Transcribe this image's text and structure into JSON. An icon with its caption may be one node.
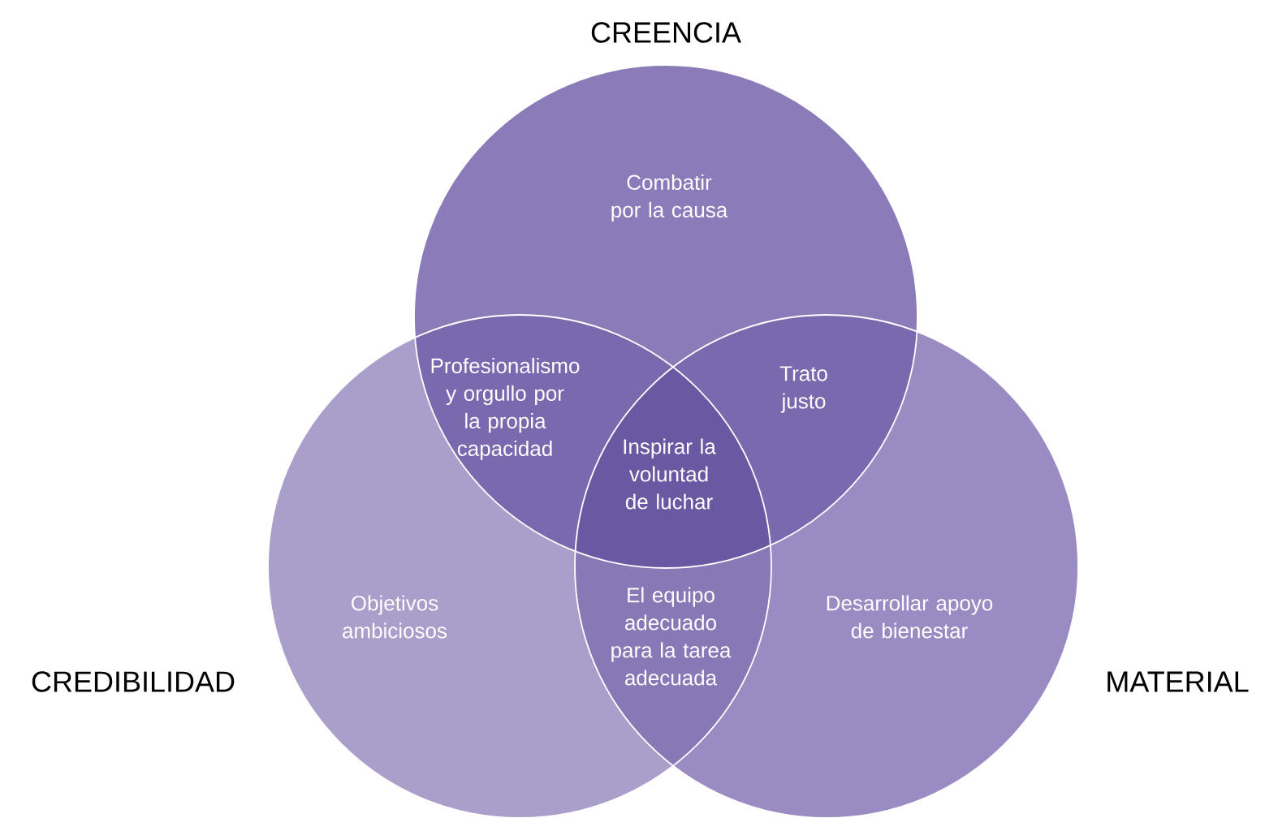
{
  "diagram": {
    "nodes": [
      {
        "text": [
          "CREENCIA",
          "Combatir por la causa"
        ]
      },
      {
        "text": [
          "CREDIBILIDAD",
          "Objetivos ambiciosos"
        ]
      },
      {
        "text": [
          "MATERIAL",
          "Desarrollar apoyo de bienestar"
        ]
      }
    ],
    "labels": [
      "Profesionalismo y orgullo por la propia capacidad",
      "Trato justo",
      "Inspirar la voluntad de luchar",
      "El equipo adecuado para la tarea adecuada"
    ]
  }
}
